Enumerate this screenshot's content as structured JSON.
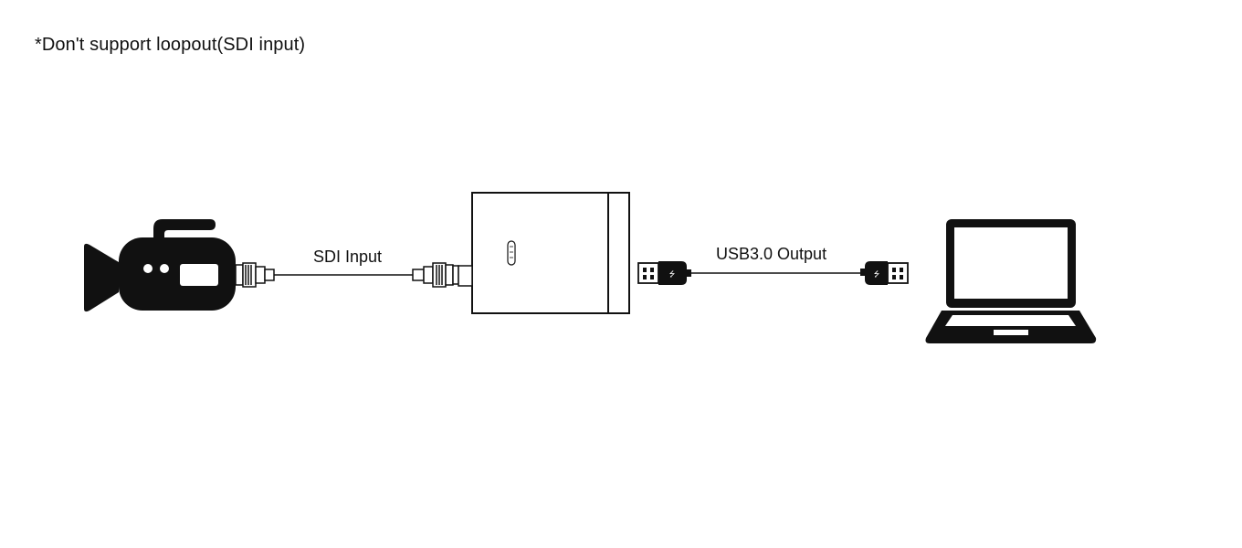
{
  "note": "*Don't support loopout(SDI input)",
  "labels": {
    "sdi_input": "SDI Input",
    "usb_output": "USB3.0 Output"
  },
  "icons": {
    "camera": "video-camera-icon",
    "device": "capture-box-icon",
    "laptop": "laptop-icon",
    "bnc_connector": "bnc-connector-icon",
    "usb_connector": "usb-plug-icon"
  },
  "colors": {
    "ink": "#111111",
    "background": "#ffffff"
  }
}
